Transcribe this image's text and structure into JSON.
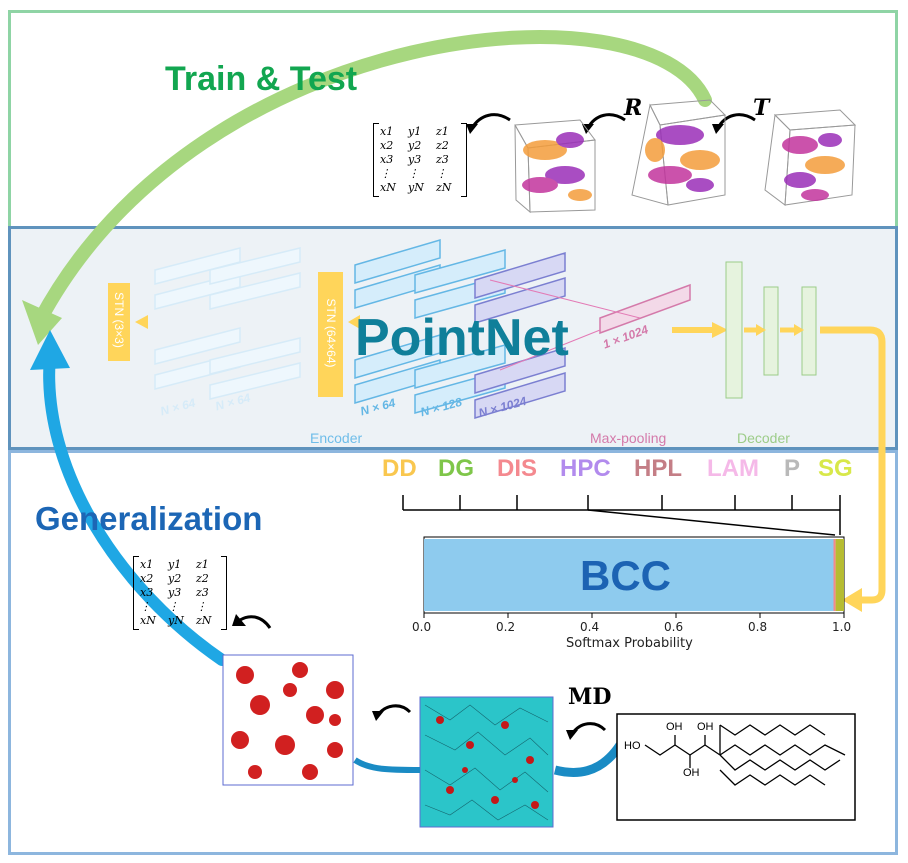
{
  "sections": {
    "train_test": "Train & Test",
    "generalization": "Generalization",
    "network": "PointNet"
  },
  "transforms": {
    "rotation": "R",
    "translation": "T"
  },
  "matrix": {
    "rows": [
      [
        "x1",
        "y1",
        "z1"
      ],
      [
        "x2",
        "y2",
        "z2"
      ],
      [
        "x3",
        "y3",
        "z3"
      ],
      [
        "⋮",
        "⋮",
        "⋮"
      ],
      [
        "xN",
        "yN",
        "zN"
      ]
    ]
  },
  "network": {
    "stn1": "STN (3×3)",
    "stn2": "STN (64×64)",
    "dims": [
      "N × 64",
      "N × 64",
      "N × 64",
      "N × 128",
      "N × 1024"
    ],
    "pool_dim": "1 × 1024",
    "encoder": "Encoder",
    "maxpool": "Max-pooling",
    "decoder": "Decoder",
    "dots": "⋯"
  },
  "classes": [
    {
      "name": "DD",
      "color": "#f9c74f"
    },
    {
      "name": "DG",
      "color": "#7fc64a"
    },
    {
      "name": "DIS",
      "color": "#f4898f"
    },
    {
      "name": "HPC",
      "color": "#b28bed"
    },
    {
      "name": "HPL",
      "color": "#c47e86"
    },
    {
      "name": "LAM",
      "color": "#f5b9e8"
    },
    {
      "name": "P",
      "color": "#b9b9b9"
    },
    {
      "name": "SG",
      "color": "#d8e84a"
    }
  ],
  "chart_data": {
    "type": "bar",
    "orientation": "horizontal-stacked",
    "label": "BCC",
    "xlabel": "Softmax Probability",
    "xlim": [
      0,
      1
    ],
    "xticks": [
      "0.0",
      "0.2",
      "0.4",
      "0.6",
      "0.8",
      "1.0"
    ],
    "series": [
      {
        "name": "BCC",
        "value": 0.975,
        "color": "#8ecbee"
      },
      {
        "name": "DIS",
        "value": 0.005,
        "color": "#f4898f"
      },
      {
        "name": "SG",
        "value": 0.02,
        "color": "#b6bc32"
      }
    ]
  },
  "molecule": {
    "oh1": "OH",
    "oh2": "OH",
    "oh3": "HO",
    "oh4": "OH",
    "md": "MD"
  },
  "colors": {
    "top_frame": "#8fd4a5",
    "mid_frame": "#6fa0c8",
    "bottom_frame": "#8db6de",
    "green_arrow": "#a7d77f",
    "blue_arrow": "#1fa7e4",
    "yellow_arrow": "#ffd55a"
  }
}
